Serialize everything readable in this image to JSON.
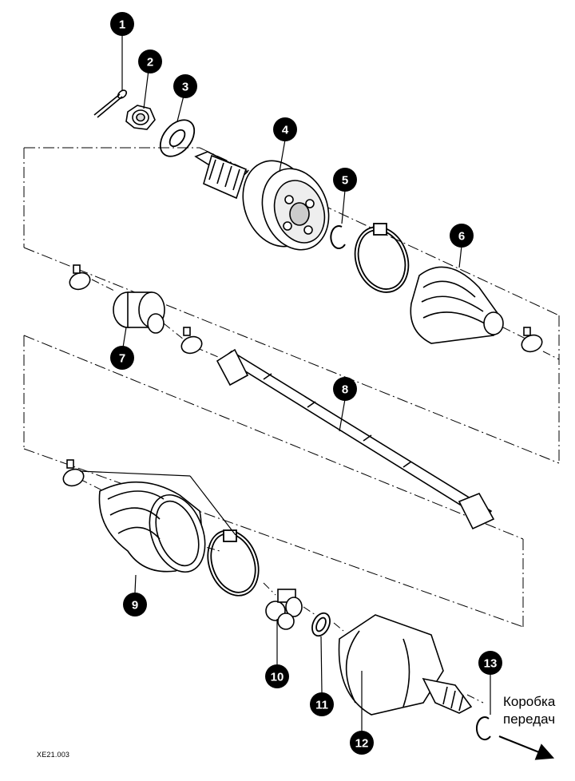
{
  "diagram": {
    "drawing_code": "XE21.003",
    "caption_line1": "Коробка",
    "caption_line2": "передач",
    "callouts": [
      "1",
      "2",
      "3",
      "4",
      "5",
      "6",
      "7",
      "8",
      "9",
      "10",
      "11",
      "12",
      "13"
    ]
  }
}
